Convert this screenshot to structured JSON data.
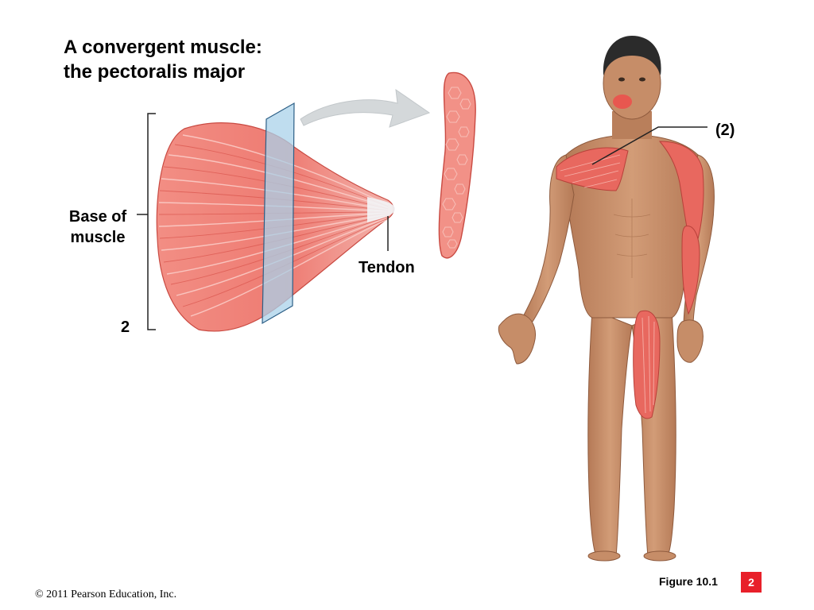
{
  "title": [
    "A convergent muscle:",
    "the pectoralis major"
  ],
  "labels": {
    "base_of_muscle": [
      "Base of",
      "muscle"
    ],
    "tendon": "Tendon",
    "bracket_number": "2",
    "callout": "(2)"
  },
  "footer": {
    "copyright": "© 2011 Pearson Education, Inc.",
    "figure": "Figure 10.1",
    "page_number": "2"
  },
  "colors": {
    "muscle": "#ee7b72",
    "muscle_dark": "#d9534b",
    "muscle_light": "#f6a9a1",
    "section_plane": "#a9d1ea",
    "arrow": "#d4d8da",
    "skin": "#c9906b",
    "skin_shadow": "#a96f4e",
    "hair": "#2b2b2b",
    "badge": "#e8202a"
  }
}
